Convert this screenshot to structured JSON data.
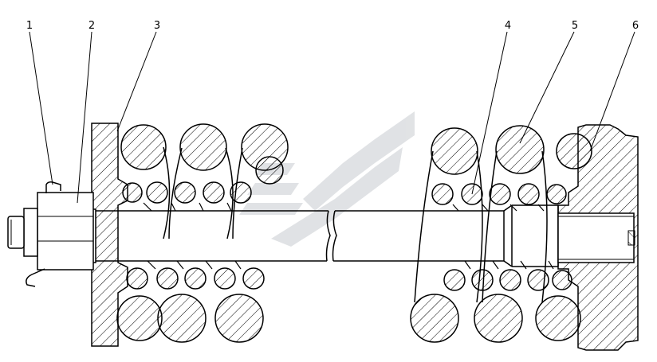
{
  "diagram": {
    "callouts": [
      {
        "id": "1",
        "label": "1"
      },
      {
        "id": "2",
        "label": "2"
      },
      {
        "id": "3",
        "label": "3"
      },
      {
        "id": "4",
        "label": "4"
      },
      {
        "id": "5",
        "label": "5"
      },
      {
        "id": "6",
        "label": "6"
      }
    ],
    "colors": {
      "stroke": "#000000",
      "background": "#ffffff",
      "watermark": "#c8ccd0"
    },
    "watermark": "logo-mark"
  }
}
